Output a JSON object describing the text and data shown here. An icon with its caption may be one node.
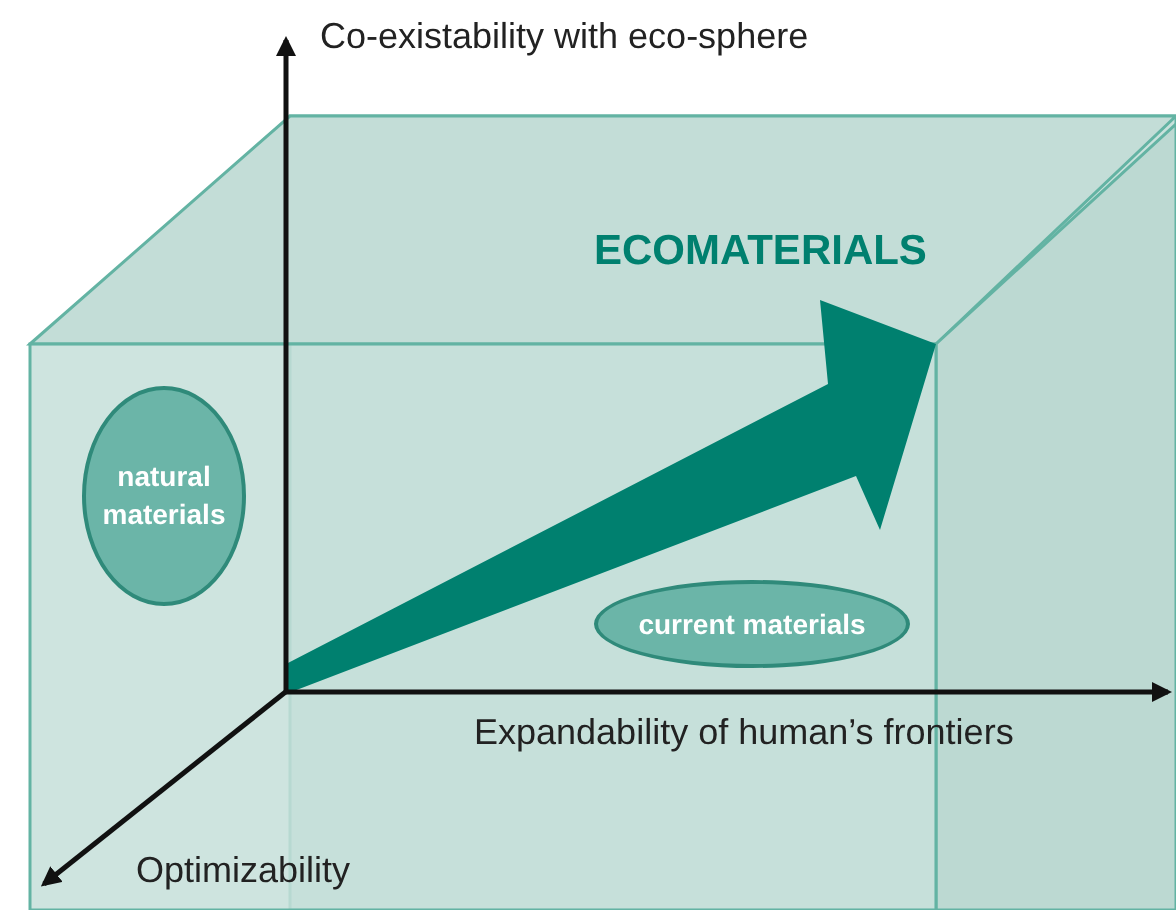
{
  "diagram": {
    "nodes": [
      {
        "text": [
          "natural materials"
        ]
      },
      {
        "text": [
          "current materials"
        ]
      }
    ],
    "labels": [
      "Co-existability with eco-sphere",
      "ECOMATERIALS",
      "Expandability of human’s frontiers",
      "Optimizability"
    ]
  }
}
